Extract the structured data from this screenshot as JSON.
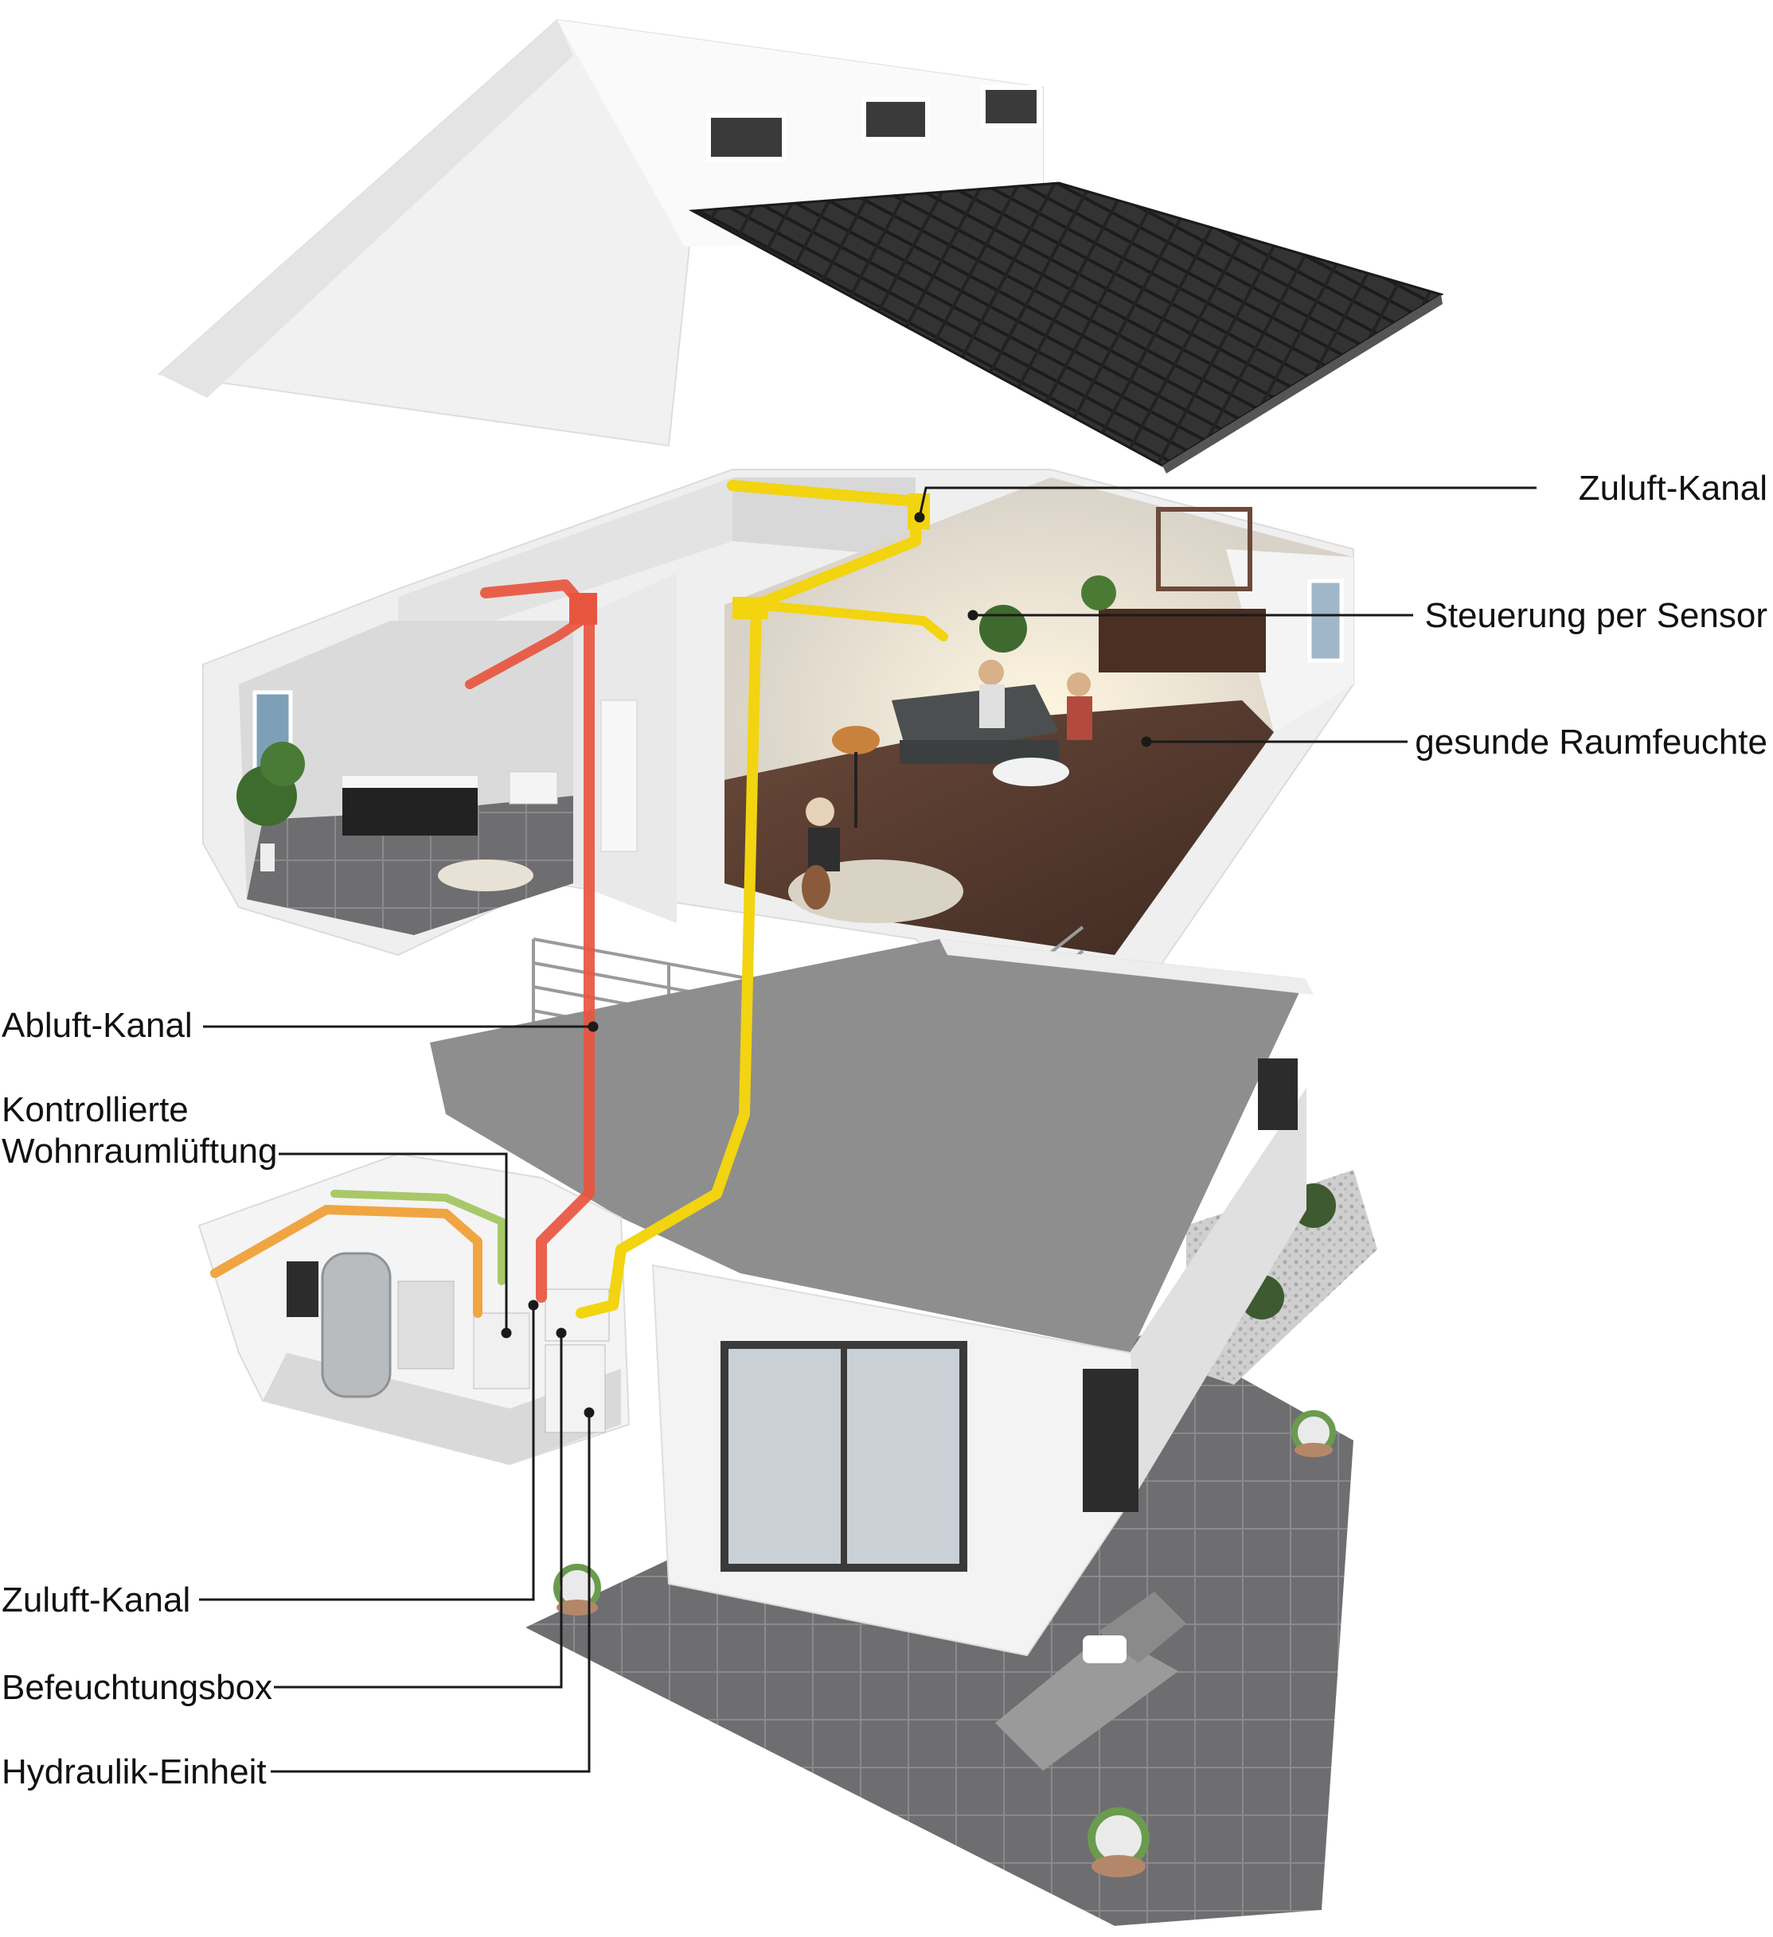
{
  "colors": {
    "supply_duct": "#f2d411",
    "exhaust_duct": "#e8553f",
    "warm_duct": "#f0a542",
    "green_duct": "#a8c86a",
    "leader_line": "#1a1a1a"
  },
  "labels": {
    "zuluft_kanal_top": "Zuluft-Kanal",
    "steuerung_sensor": "Steuerung per Sensor",
    "gesunde_raumfeuchte": "gesunde Raumfeuchte",
    "abluft_kanal": "Abluft-Kanal",
    "kontrollierte_line1": "Kontrollierte",
    "kontrollierte_line2": "Wohnraumlüftung",
    "zuluft_kanal_bottom": "Zuluft-Kanal",
    "befeuchtungsbox": "Befeuchtungsbox",
    "hydraulik_einheit": "Hydraulik-Einheit"
  }
}
